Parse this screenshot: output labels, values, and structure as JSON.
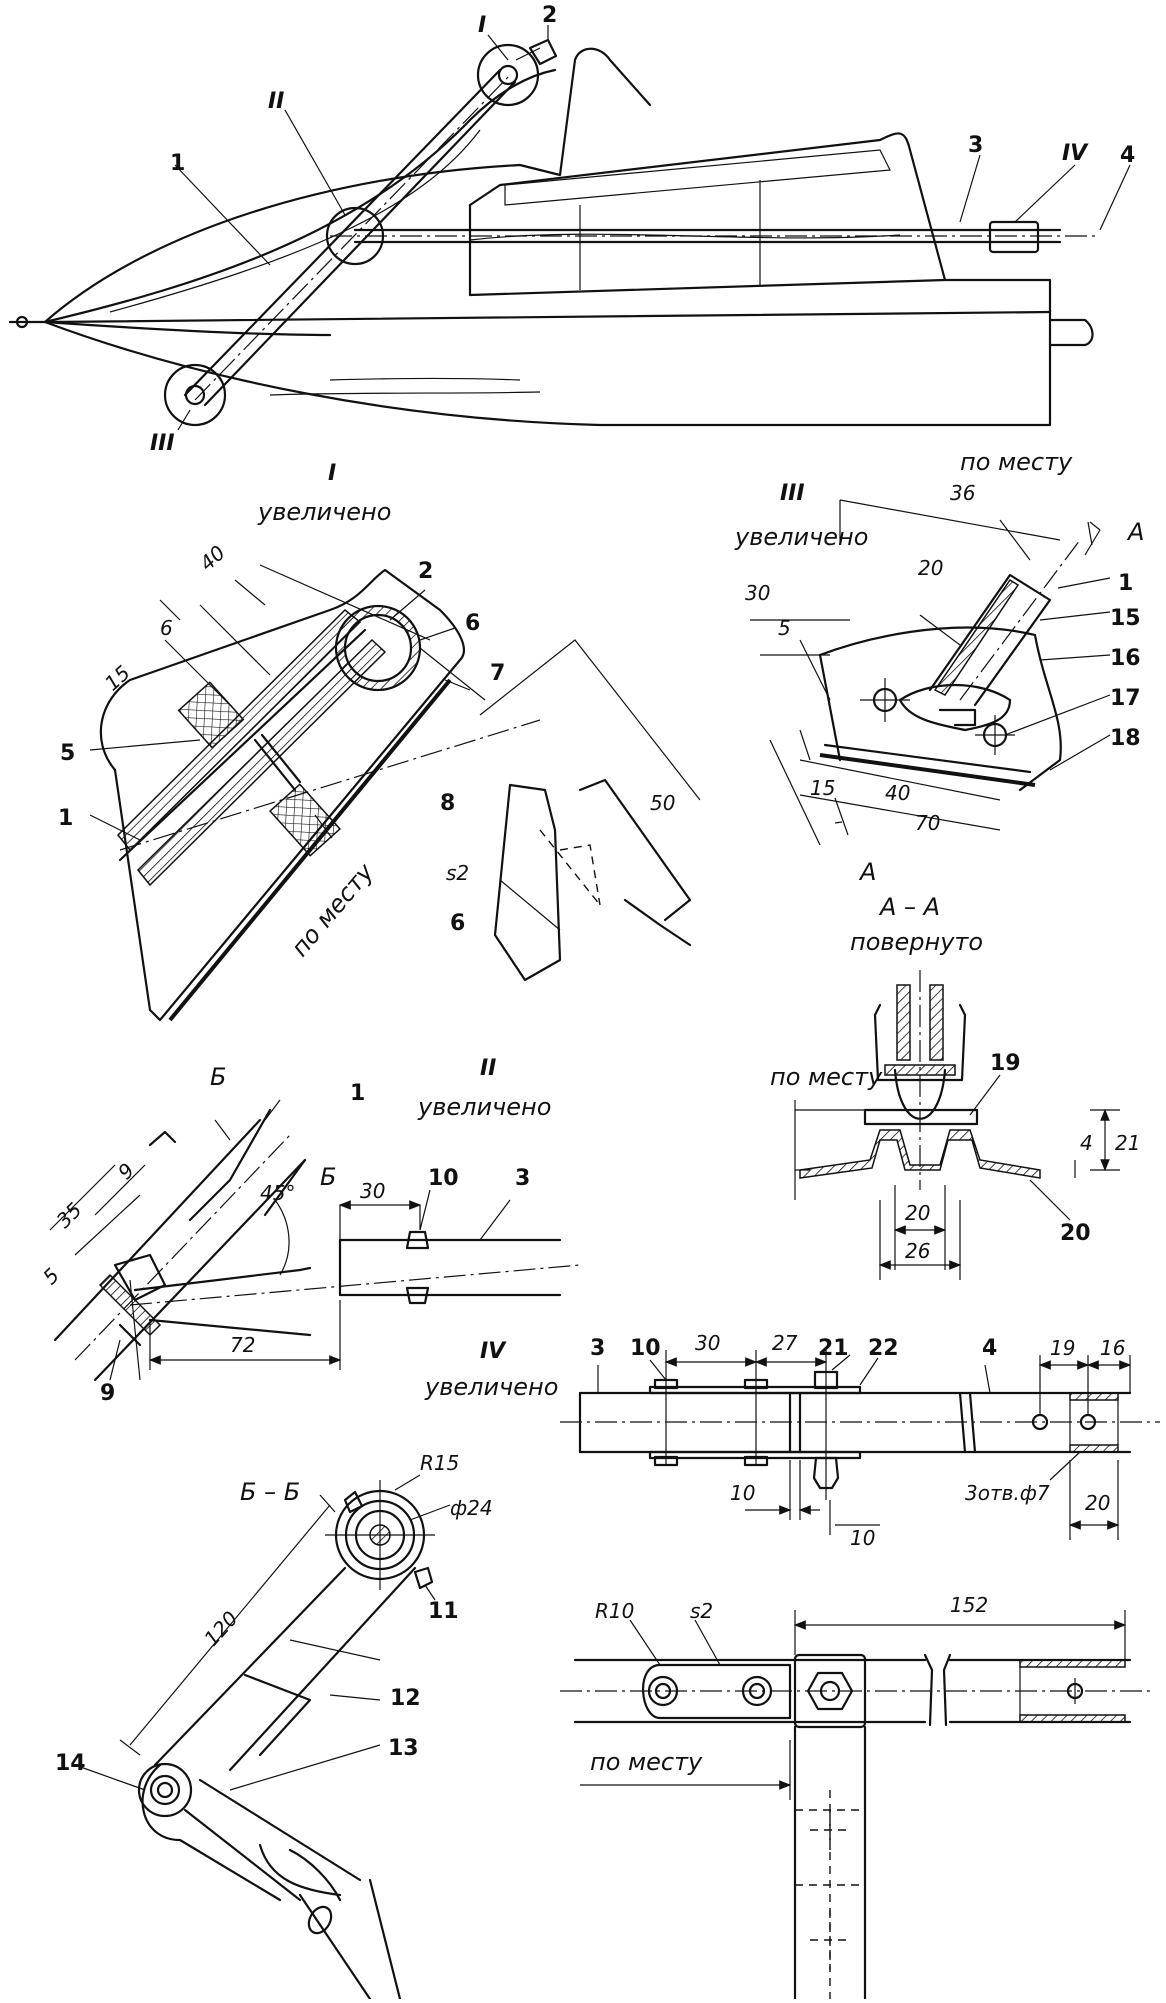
{
  "part_labels": [
    "1",
    "2",
    "3",
    "4",
    "5",
    "6",
    "7",
    "8",
    "9",
    "10",
    "11",
    "12",
    "13",
    "14",
    "15",
    "16",
    "17",
    "18",
    "19",
    "20",
    "21",
    "22"
  ],
  "detail_marks": {
    "I": "I",
    "II": "II",
    "III": "III",
    "IV": "IV"
  },
  "captions": {
    "enlarged": "увеличено",
    "rotated": "повернуто",
    "in_place": "по месту",
    "section_aa": "А – А",
    "section_bb": "Б – Б",
    "mark_a": "А",
    "mark_b": "Б"
  },
  "dimensions": {
    "d_40": "40",
    "d_6": "6",
    "d_15": "15",
    "d_50": "50",
    "d_s2": "s2",
    "d_36": "36",
    "d_20": "20",
    "d_30": "30",
    "d_5": "5",
    "d_70": "70",
    "d_35": "35",
    "d_9": "9",
    "d_45": "45°",
    "d_72": "72",
    "d_4": "4",
    "d_21": "21",
    "d_26": "26",
    "d_27": "27",
    "d_10": "10",
    "d_19": "19",
    "d_16": "16",
    "holes": "3отв.ф7",
    "d_R15": "R15",
    "d_phi24": "ф24",
    "d_120": "120",
    "d_R10": "R10",
    "d_152": "152"
  },
  "colors": {
    "ink": "#111111",
    "paper": "#ffffff"
  }
}
